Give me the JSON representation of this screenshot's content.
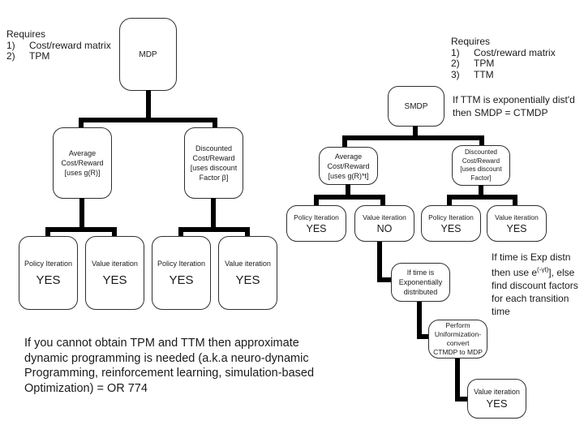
{
  "left_tree": {
    "note": {
      "title": "Requires",
      "item1_num": "1)",
      "item1": "Cost/reward matrix",
      "item2_num": "2)",
      "item2": "TPM"
    },
    "root_label": "MDP",
    "avg_box": {
      "line1": "Average",
      "line2": "Cost/Reward",
      "line3": "[uses g(R)]"
    },
    "disc_box": {
      "line1": "Discounted",
      "line2": "Cost/Reward",
      "line3": "[uses discount",
      "line4": "Factor β]"
    },
    "leaves": [
      {
        "method": "Policy Iteration",
        "answer": "YES"
      },
      {
        "method": "Value iteration",
        "answer": "YES"
      },
      {
        "method": "Policy Iteration",
        "answer": "YES"
      },
      {
        "method": "Value iteration",
        "answer": "YES"
      }
    ]
  },
  "right_tree": {
    "note": {
      "title": "Requires",
      "item1_num": "1)",
      "item1": "Cost/reward matrix",
      "item2_num": "2)",
      "item2": "TPM",
      "item3_num": "3)",
      "item3": "TTM"
    },
    "root_label": "SMDP",
    "smdp_note": {
      "line1": "If TTM is exponentially dist'd",
      "line2": "then SMDP = CTMDP"
    },
    "avg_box": {
      "line1": "Average",
      "line2": "Cost/Reward",
      "line3": "[uses g(R)*t]"
    },
    "disc_box": {
      "line1": "Discounted",
      "line2": "Cost/Reward",
      "line3": "[uses discount",
      "line4": "Factor]"
    },
    "leaves": [
      {
        "method": "Policy Iteration",
        "answer": "YES"
      },
      {
        "method": "Value iteration",
        "answer": "NO"
      },
      {
        "method": "Policy Iteration",
        "answer": "YES"
      },
      {
        "method": "Value iteration",
        "answer": "YES"
      }
    ],
    "exp_box": {
      "line1": "If time is",
      "line2": "Exponentially",
      "line3": "distributed"
    },
    "exp_note": {
      "line1": "If time is Exp distn",
      "line2_pre": "then use e",
      "line2_sup": "(-γt)",
      "line2_post": "], else",
      "line3": "find discount factors",
      "line4": "for each transition",
      "line5": "time"
    },
    "uniform_box": {
      "line1": "Perform",
      "line2": "Uniformization-",
      "line3": "convert",
      "line4": "CTMDP to MDP"
    },
    "final_box": {
      "method": "Value iteration",
      "answer": "YES"
    }
  },
  "footer_note": {
    "line1": "If you cannot obtain TPM and TTM then approximate",
    "line2": "dynamic programming is needed (a.k.a neuro-dynamic",
    "line3": "Programming, reinforcement learning, simulation-based",
    "line4": "Optimization) = OR 774"
  },
  "colors": {
    "line": "#000000",
    "box_border": "#2f2f2f",
    "text": "#1a1a1a",
    "background": "#ffffff"
  }
}
